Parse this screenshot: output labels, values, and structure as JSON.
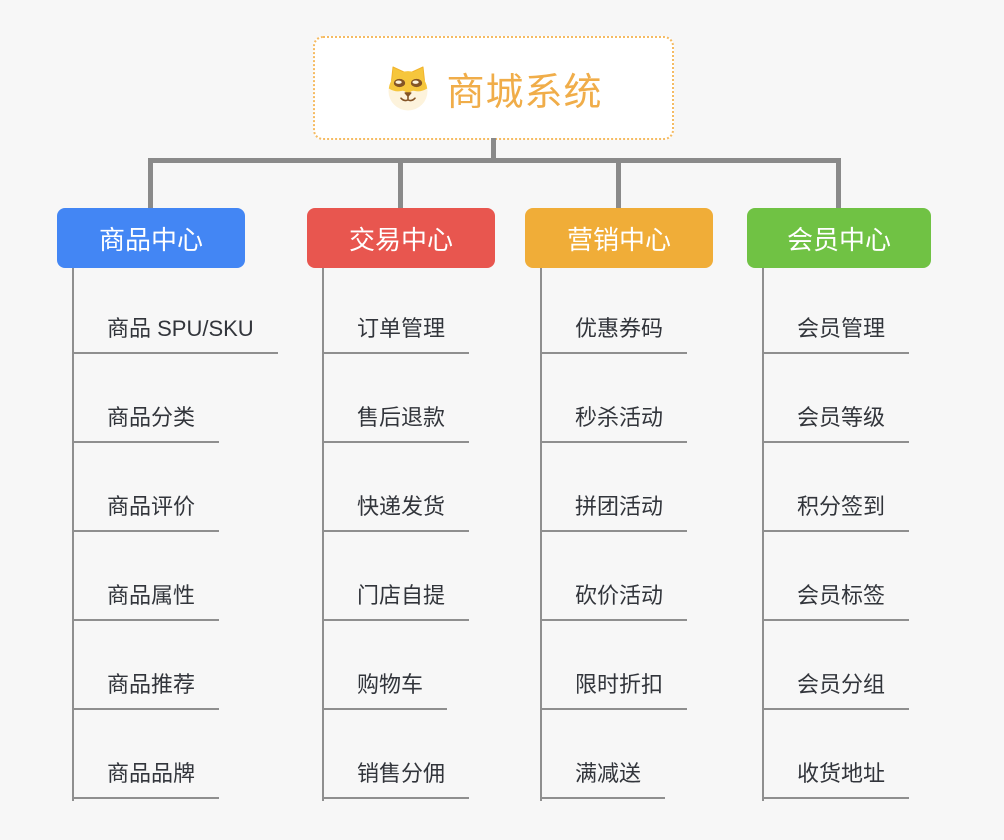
{
  "root": {
    "title": "商城系统",
    "icon": "dog-face-icon"
  },
  "colors": {
    "background": "#f7f7f7",
    "root_border": "#f5bb62",
    "root_title": "#f0ad49",
    "connector_thick": "#8a8a8a",
    "connector_thin": "#8f8f8f",
    "leaf_text": "#32353b"
  },
  "branches": [
    {
      "label": "商品中心",
      "color": "#4386f4",
      "items": [
        "商品 SPU/SKU",
        "商品分类",
        "商品评价",
        "商品属性",
        "商品推荐",
        "商品品牌"
      ]
    },
    {
      "label": "交易中心",
      "color": "#e8564f",
      "items": [
        "订单管理",
        "售后退款",
        "快递发货",
        "门店自提",
        "购物车",
        "销售分佣"
      ]
    },
    {
      "label": "营销中心",
      "color": "#f0ad38",
      "items": [
        "优惠券码",
        "秒杀活动",
        "拼团活动",
        "砍价活动",
        "限时折扣",
        "满减送"
      ]
    },
    {
      "label": "会员中心",
      "color": "#70c244",
      "items": [
        "会员管理",
        "会员等级",
        "积分签到",
        "会员标签",
        "会员分组",
        "收货地址"
      ]
    }
  ]
}
